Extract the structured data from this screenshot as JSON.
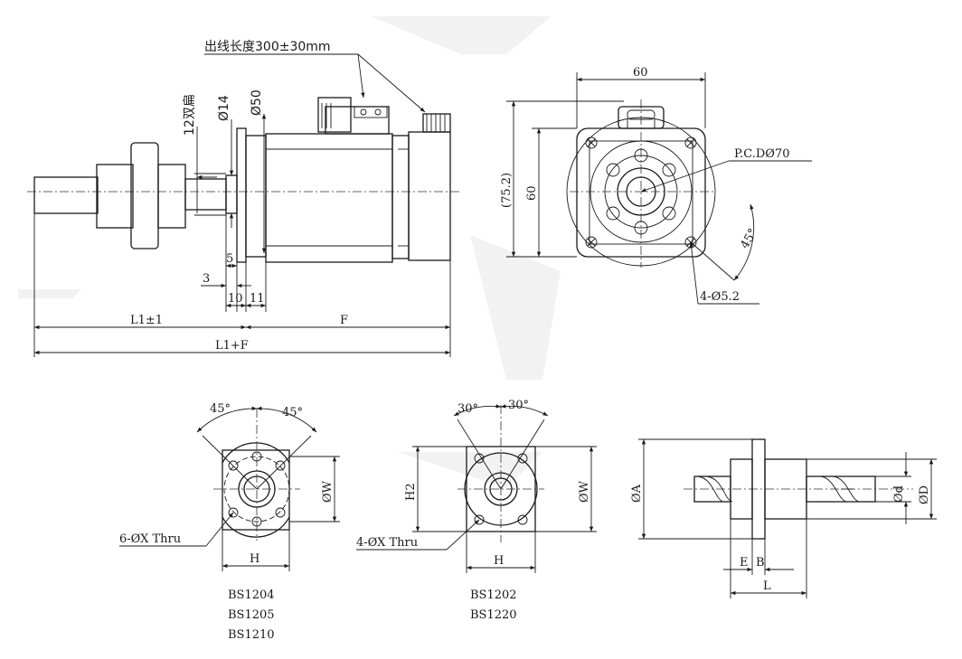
{
  "colors": {
    "line": "#1a1a1a",
    "background": "#ffffff",
    "watermark": "#f2f2f2"
  },
  "motor_side": {
    "lead_length": "出线长度300±30mm",
    "flat": "12双扁",
    "d14": "Ø14",
    "d50": "Ø50",
    "dim_5": "5",
    "dim_3": "3",
    "dim_10": "10",
    "dim_11": "11",
    "l1": "L1±1",
    "f": "F",
    "l1f": "L1+F"
  },
  "motor_front": {
    "width_60": "60",
    "height_752": "(75.2)",
    "height_60": "60",
    "pcd": "P.C.DØ70",
    "angle_45": "45°",
    "holes": "4-Ø5.2"
  },
  "nut_six_hole": {
    "angle_left": "45°",
    "angle_right": "45°",
    "w": "ØW",
    "h": "H",
    "holes": "6-ØX Thru",
    "models": [
      "BS1204",
      "BS1205",
      "BS1210"
    ]
  },
  "nut_four_hole": {
    "angle_left": "30°",
    "angle_right": "30°",
    "w": "ØW",
    "h2": "H2",
    "h": "H",
    "holes": "4-ØX Thru",
    "models": [
      "BS1202",
      "BS1220"
    ]
  },
  "nut_side": {
    "a": "ØA",
    "d_small": "Ød",
    "d_large": "ØD",
    "e": "E",
    "b": "B",
    "l": "L"
  }
}
